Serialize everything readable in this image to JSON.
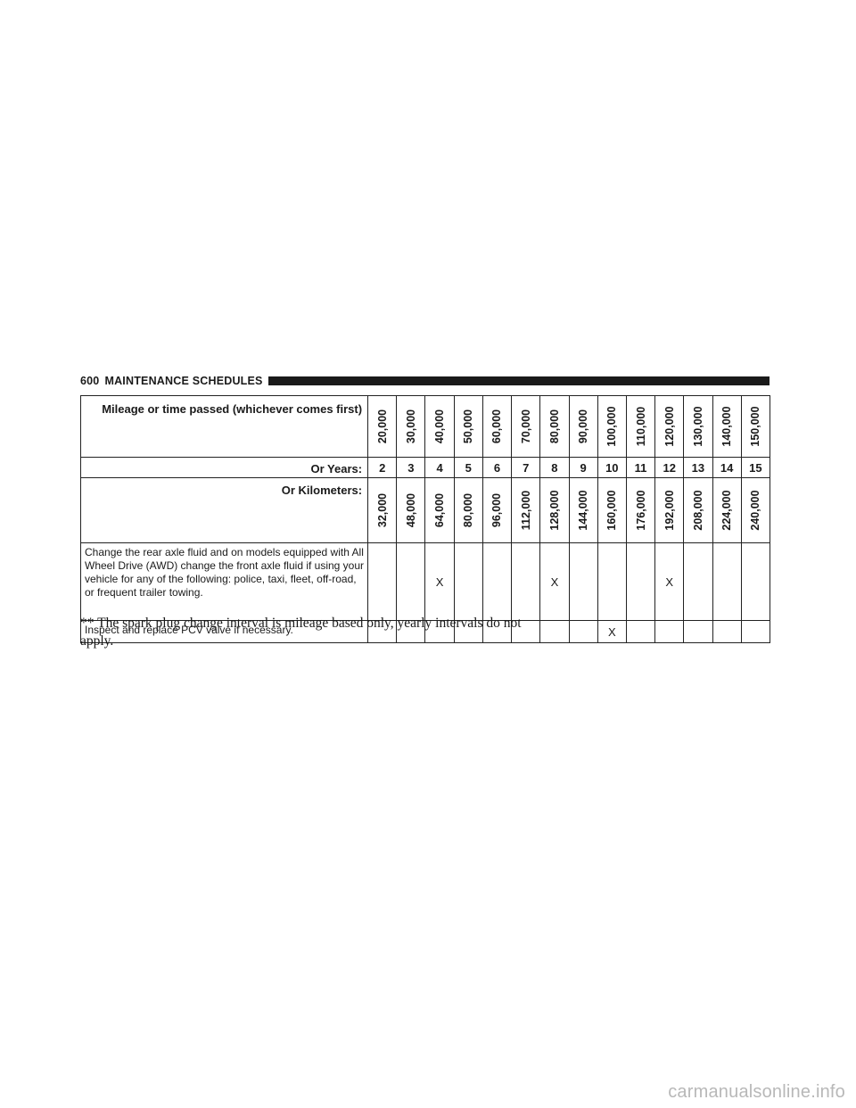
{
  "header": {
    "page_number": "600",
    "section": "MAINTENANCE SCHEDULES"
  },
  "table": {
    "mileage_label": "Mileage or time passed (whichever comes first)",
    "years_label": "Or Years:",
    "km_label": "Or Kilometers:",
    "mileage": [
      "20,000",
      "30,000",
      "40,000",
      "50,000",
      "60,000",
      "70,000",
      "80,000",
      "90,000",
      "100,000",
      "110,000",
      "120,000",
      "130,000",
      "140,000",
      "150,000"
    ],
    "years": [
      "2",
      "3",
      "4",
      "5",
      "6",
      "7",
      "8",
      "9",
      "10",
      "11",
      "12",
      "13",
      "14",
      "15"
    ],
    "kilometers": [
      "32,000",
      "48,000",
      "64,000",
      "80,000",
      "96,000",
      "112,000",
      "128,000",
      "144,000",
      "160,000",
      "176,000",
      "192,000",
      "208,000",
      "224,000",
      "240,000"
    ],
    "rows": [
      {
        "text": "Change the rear axle fluid and on models equipped with All Wheel Drive (AWD) change the front axle fluid if using your vehicle for any of the following: police, taxi, fleet, off-road, or frequent trailer towing.",
        "marks": [
          "",
          "",
          "X",
          "",
          "",
          "",
          "X",
          "",
          "",
          "",
          "X",
          "",
          "",
          ""
        ]
      },
      {
        "text": "Inspect and replace PCV valve if necessary.",
        "marks": [
          "",
          "",
          "",
          "",
          "",
          "",
          "",
          "",
          "X",
          "",
          "",
          "",
          "",
          ""
        ]
      }
    ]
  },
  "footnote": "** The spark plug change interval is mileage based only, yearly intervals do not apply.",
  "watermark": "carmanualsonline.info"
}
